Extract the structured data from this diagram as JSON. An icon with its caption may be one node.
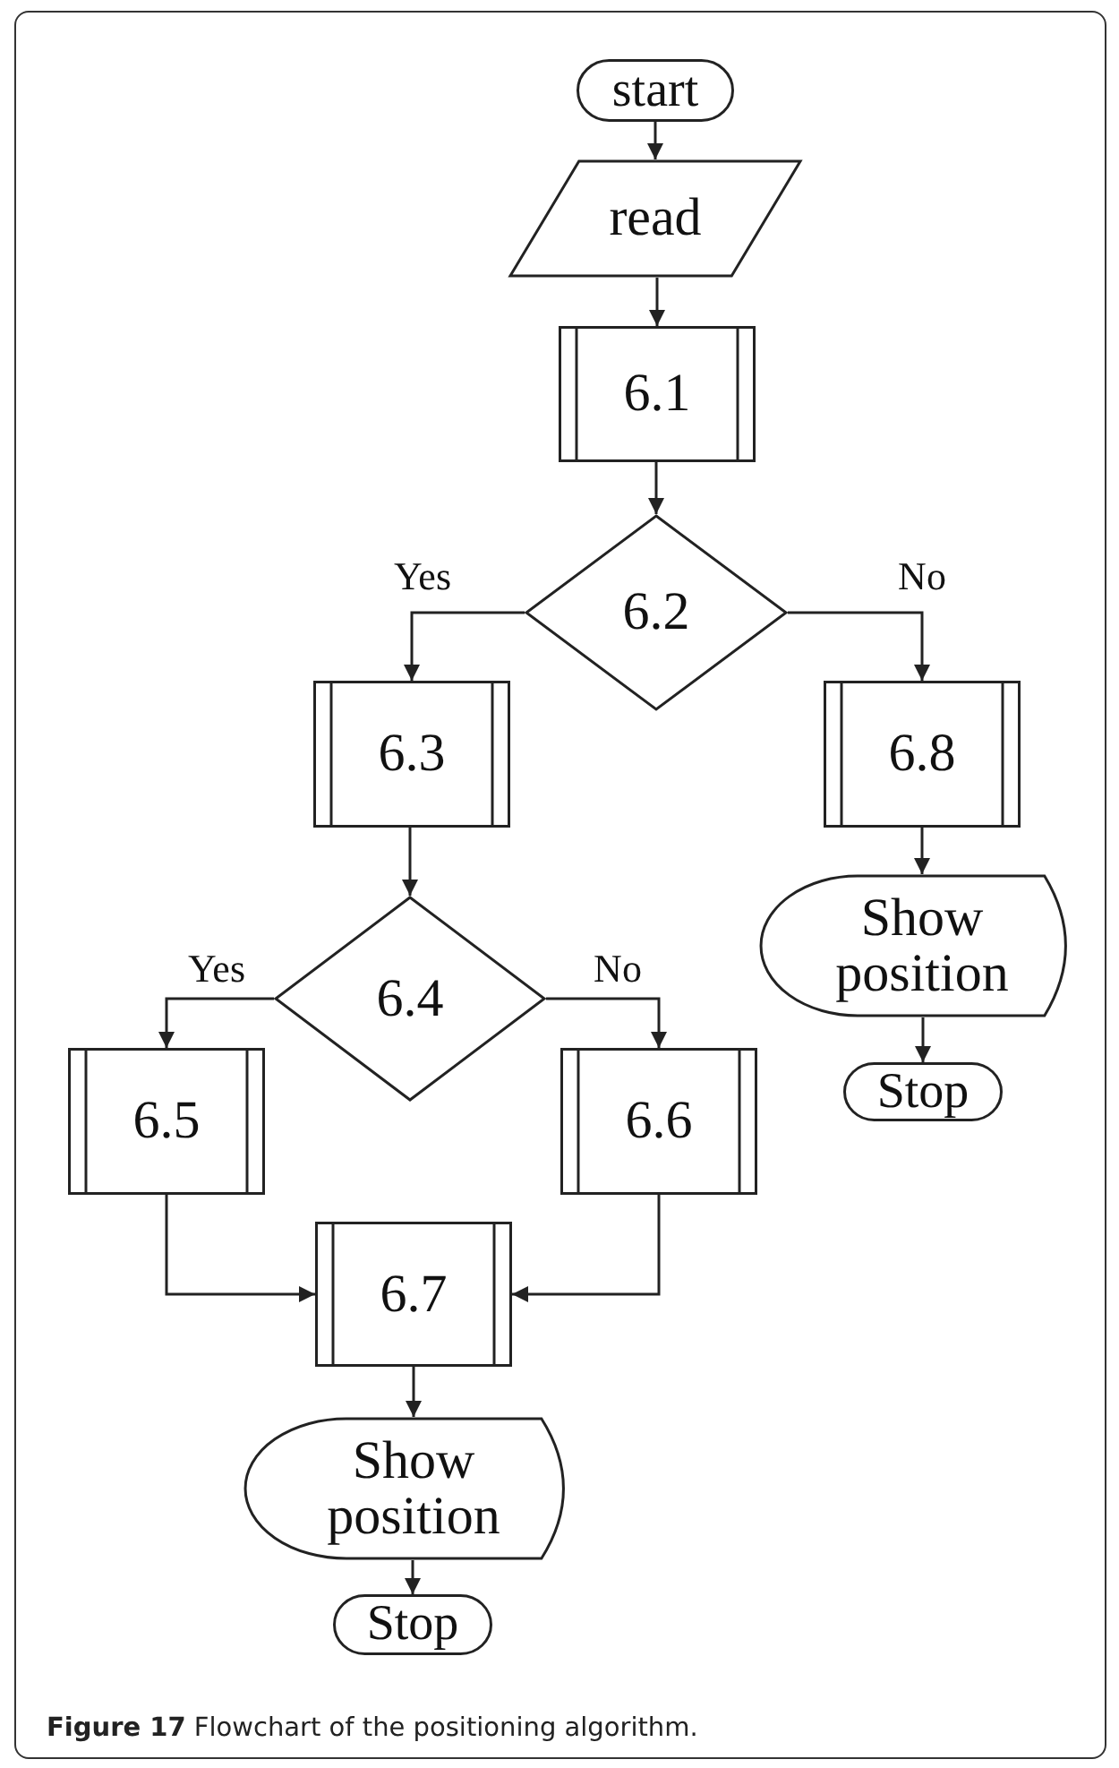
{
  "diagram": {
    "caption": "**Figure 17** Flowchart of the positioning algorithm.",
    "nodes": [
      {
        "text": [
          "start"
        ]
      },
      {
        "text": [
          "read"
        ]
      },
      {
        "text": [
          "6.1"
        ]
      },
      {
        "text": [
          "6.2"
        ]
      },
      {
        "text": [
          "6.3"
        ]
      },
      {
        "text": [
          "6.8"
        ]
      },
      {
        "text": [
          "6.4"
        ]
      },
      {
        "text": [
          "Show position"
        ]
      },
      {
        "text": [
          "6.5"
        ]
      },
      {
        "text": [
          "6.6"
        ]
      },
      {
        "text": [
          "Stop"
        ]
      },
      {
        "text": [
          "6.7"
        ]
      },
      {
        "text": [
          "Show position"
        ]
      },
      {
        "text": [
          "Stop"
        ]
      }
    ],
    "edges": [
      {
        "from": 0,
        "to": 1,
        "arrow": "to"
      },
      {
        "from": 1,
        "to": 2,
        "arrow": "to"
      },
      {
        "from": 2,
        "to": 3,
        "arrow": "to"
      },
      {
        "from": 3,
        "to": 4,
        "arrow": "to",
        "label": "Yes"
      },
      {
        "from": 3,
        "to": 5,
        "arrow": "to",
        "label": "No"
      },
      {
        "from": 4,
        "to": 6,
        "arrow": "to"
      },
      {
        "from": 5,
        "to": 7,
        "arrow": "to"
      },
      {
        "from": 6,
        "to": 8,
        "arrow": "to",
        "label": "Yes"
      },
      {
        "from": 6,
        "to": 9,
        "arrow": "to",
        "label": "No"
      },
      {
        "from": 7,
        "to": 10,
        "arrow": "to"
      },
      {
        "from": 8,
        "to": 11,
        "arrow": "to"
      },
      {
        "from": 9,
        "to": 11,
        "arrow": "to"
      },
      {
        "from": 11,
        "to": 12,
        "arrow": "to"
      },
      {
        "from": 12,
        "to": 13,
        "arrow": "to"
      }
    ]
  }
}
